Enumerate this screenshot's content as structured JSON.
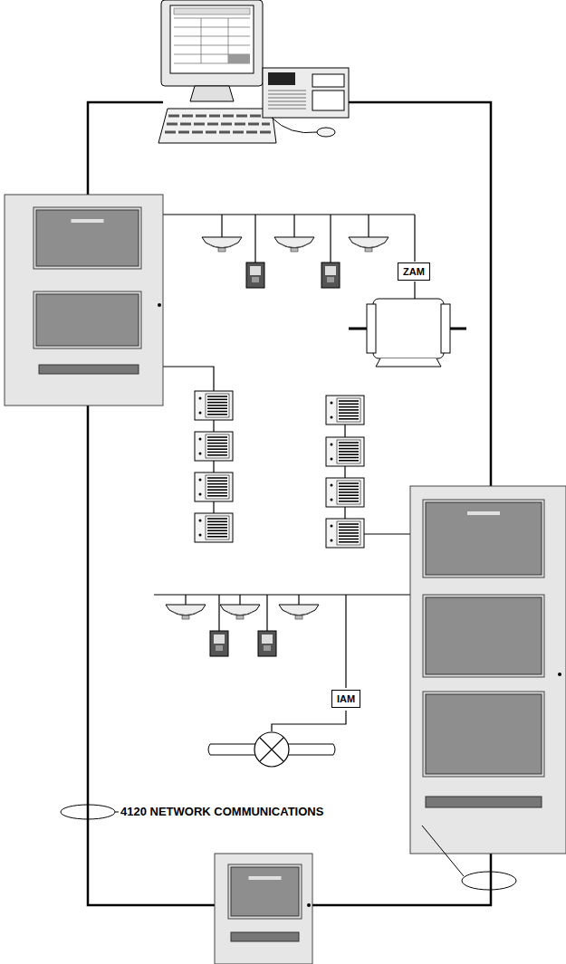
{
  "diagram": {
    "nodes": [
      {
        "text": [
          "ZAM"
        ]
      },
      {
        "text": [
          "IAM"
        ]
      }
    ],
    "labels": [
      "4120 NETWORK COMMUNICATIONS"
    ]
  }
}
